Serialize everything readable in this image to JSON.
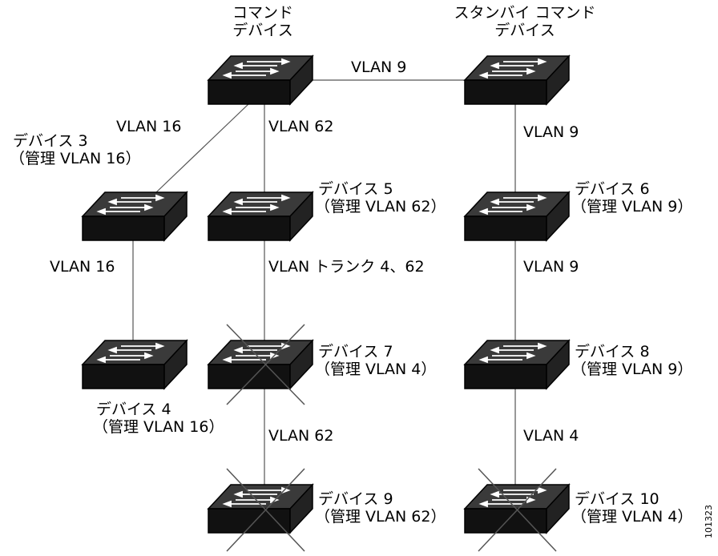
{
  "figure_id": "101323",
  "devices": {
    "command": {
      "line1": "コマンド",
      "line2": "デバイス"
    },
    "standby": {
      "line1": "スタンバイ コマンド",
      "line2": "デバイス"
    },
    "d3": {
      "name": "デバイス 3",
      "mgmt": "（管理 VLAN 16）"
    },
    "d4": {
      "name": "デバイス 4",
      "mgmt": "（管理 VLAN 16）"
    },
    "d5": {
      "name": "デバイス 5",
      "mgmt": "（管理 VLAN 62）"
    },
    "d6": {
      "name": "デバイス 6",
      "mgmt": "（管理 VLAN 9）"
    },
    "d7": {
      "name": "デバイス 7",
      "mgmt": "（管理 VLAN 4）"
    },
    "d8": {
      "name": "デバイス 8",
      "mgmt": "（管理 VLAN 9）"
    },
    "d9": {
      "name": "デバイス 9",
      "mgmt": "（管理 VLAN 62）"
    },
    "d10": {
      "name": "デバイス 10",
      "mgmt": "（管理 VLAN 4）"
    }
  },
  "links": {
    "cmd_standby": "VLAN 9",
    "cmd_d3": "VLAN 16",
    "cmd_d5": "VLAN 62",
    "standby_d6": "VLAN 9",
    "d3_d4": "VLAN 16",
    "d5_d7": "VLAN トランク 4、62",
    "d6_d8": "VLAN 9",
    "d7_d9": "VLAN 62",
    "d8_d10": "VLAN 4"
  },
  "unreachable_devices": [
    "d7",
    "d9",
    "d10"
  ]
}
